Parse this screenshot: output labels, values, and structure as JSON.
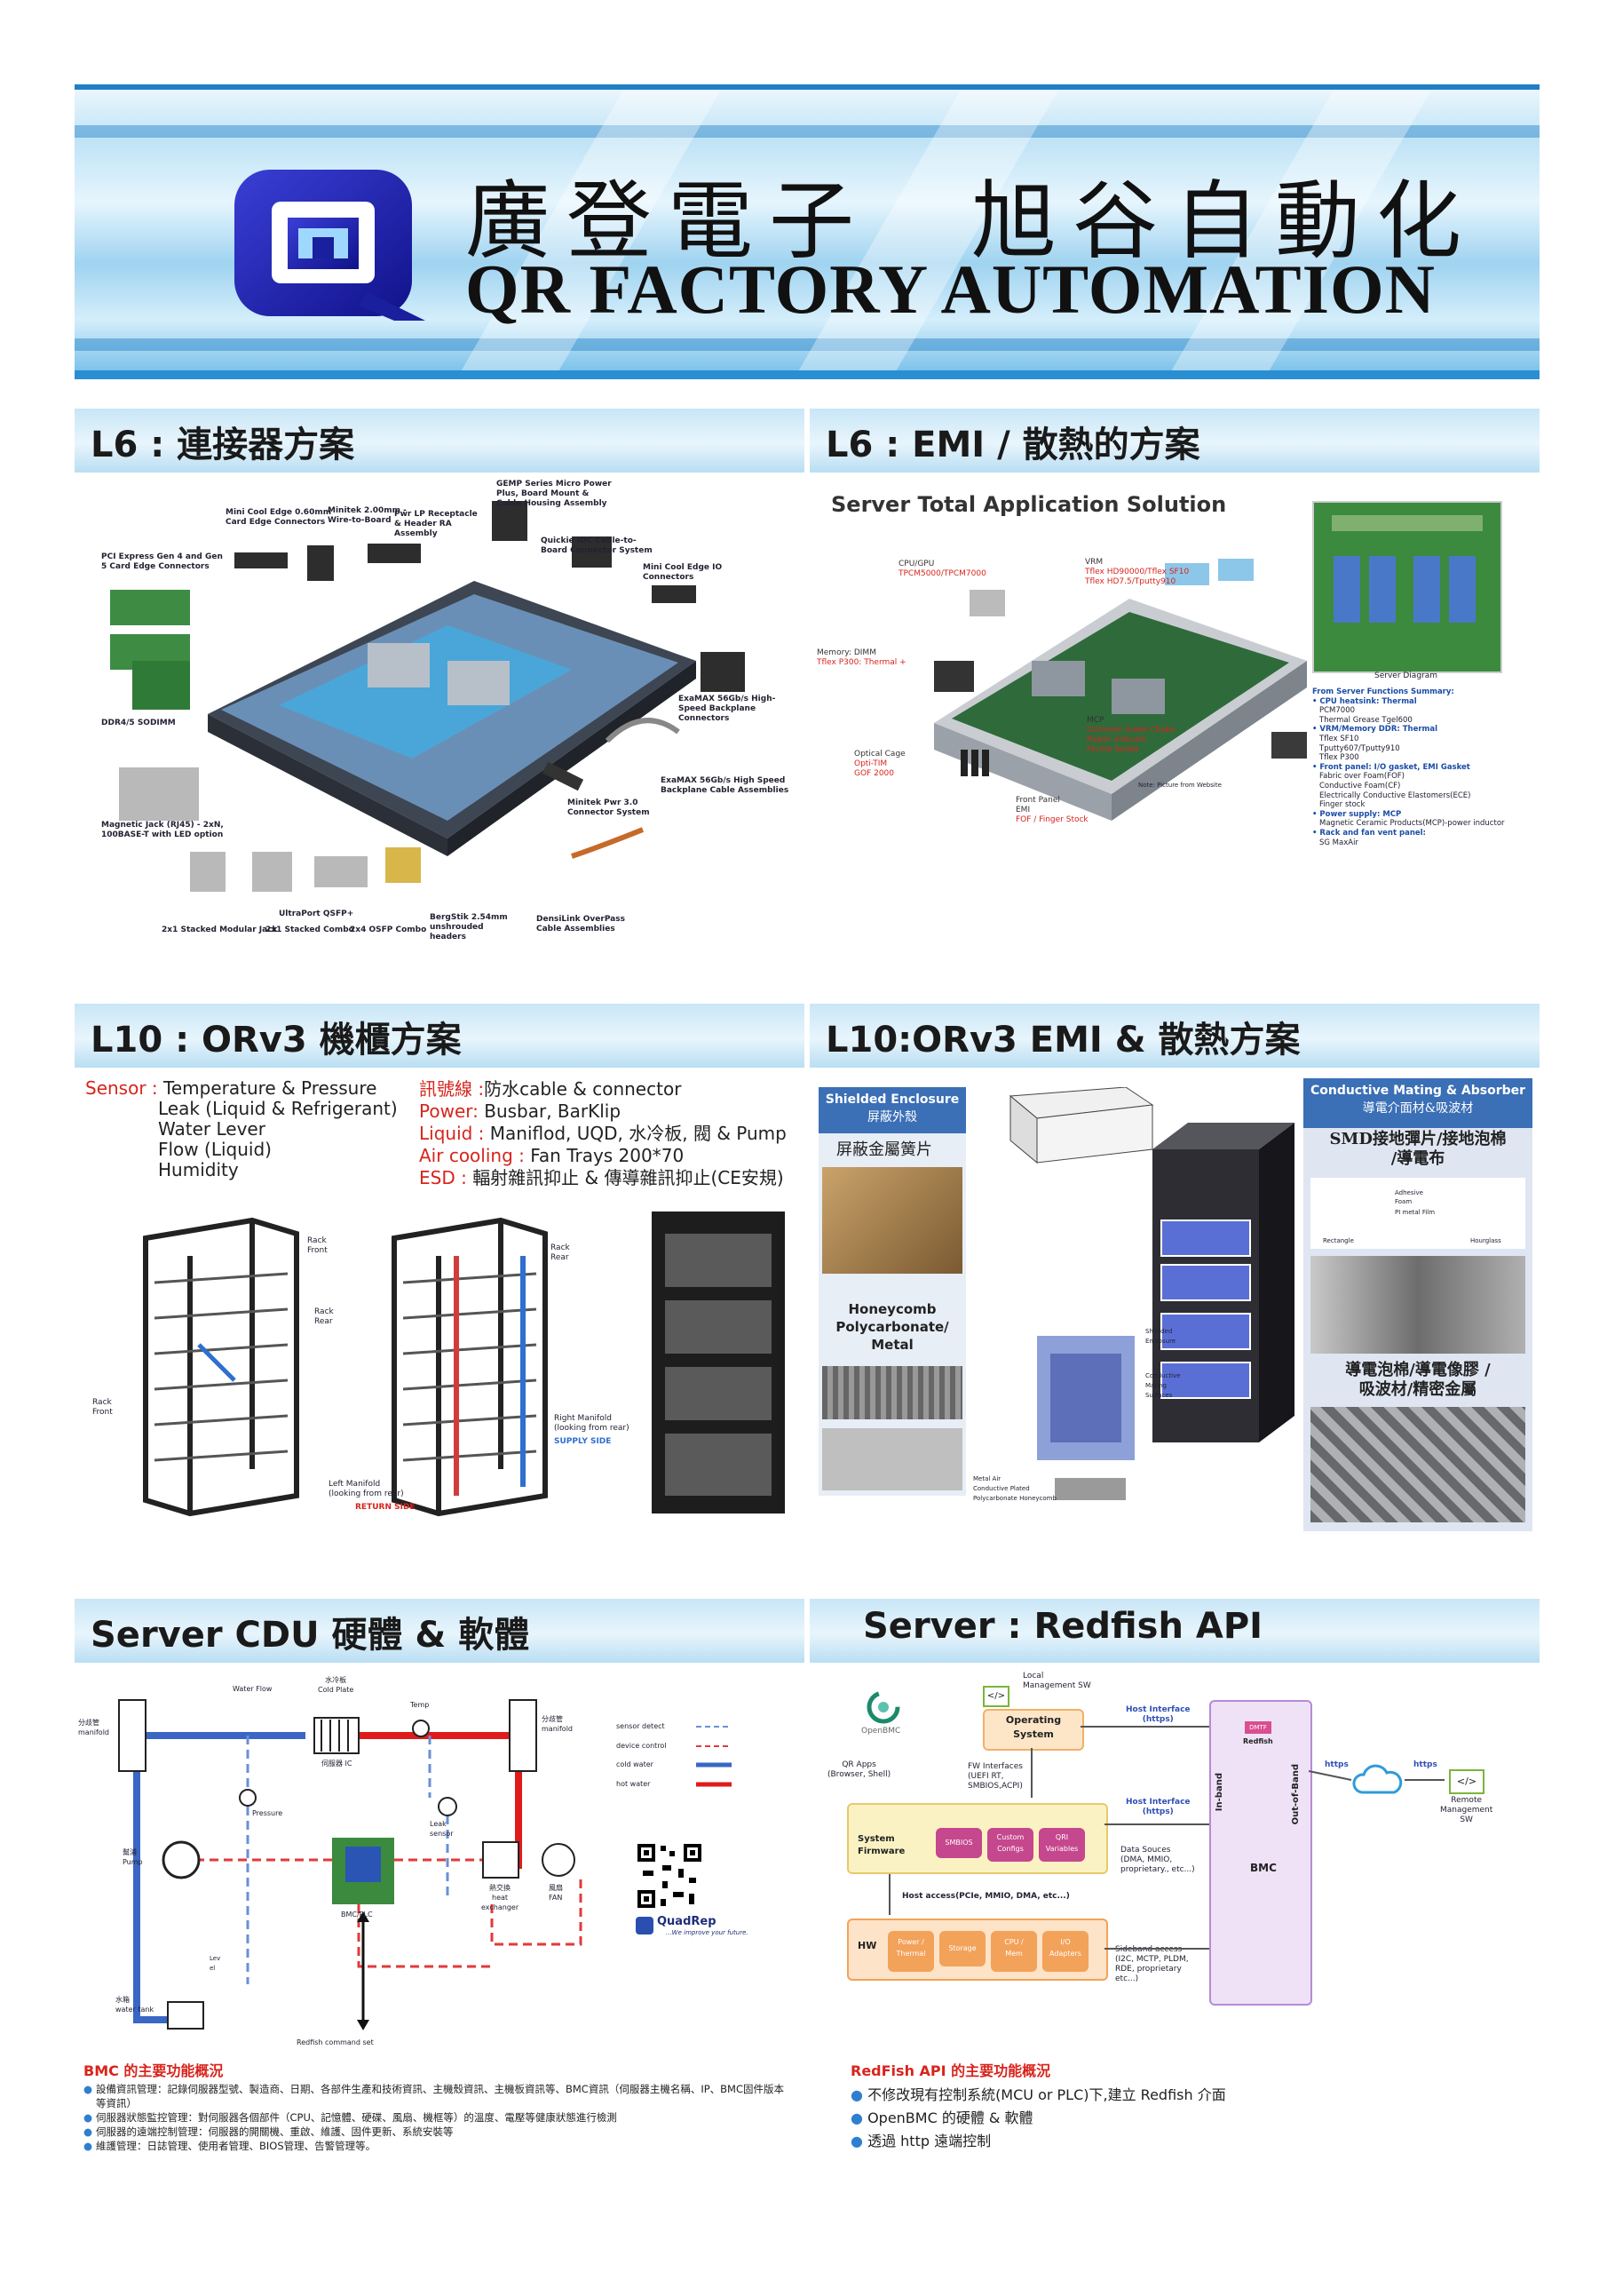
{
  "banner": {
    "title_cn": "廣登電子　旭谷自動化",
    "title_en": "QR FACTORY AUTOMATION"
  },
  "sections": {
    "l6_connectors": {
      "header": "L6 : 連接器方案",
      "labels": [
        "GEMP Series Micro Power Plus, Board Mount & Cable Housing Assembly",
        "Mini Cool Edge 0.60mm Card Edge Connectors",
        "Minitek 2.00mm - Wire-to-Board",
        "Pwr LP Receptacle & Header RA Assembly",
        "Quickie IDC Cable-to-Board Connector System",
        "PCI Express Gen 4 and Gen 5 Card Edge Connectors",
        "Mini Cool Edge IO Connectors",
        "DDR4/5 SODIMM",
        "ExaMAX 56Gb/s High-Speed Backplane Connectors",
        "ExaMAX 56Gb/s High Speed Backplane Cable Assemblies",
        "Magnetic Jack (RJ45) - 2xN, 100BASE-T with LED option",
        "Minitek Pwr 3.0 Connector System",
        "UltraPort QSFP+",
        "BergStik 2.54mm unshrouded headers",
        "DensiLink OverPass Cable Assemblies",
        "2x1 Stacked Modular Jack",
        "2x1 Stacked Combo",
        "2x4 OSFP Combo"
      ]
    },
    "l6_emi": {
      "header": "L6 : EMI / 散熱的方案",
      "subtitle": "Server Total Application Solution",
      "callouts": {
        "cpu_gpu": {
          "title": "CPU/GPU",
          "items": [
            "TPCM5000/TPCM7000"
          ]
        },
        "memory": {
          "title": "Memory: DIMM",
          "items": [
            "Tflex P300: Thermal +"
          ]
        },
        "vrm": {
          "title": "VRM",
          "items": [
            "Tflex HD90000/Tflex SF10",
            "Tflex HD7.5/Tputty910"
          ]
        },
        "optical": {
          "title": "Optical Cage",
          "items": [
            "Opti-TIM",
            "GOF 2000"
          ]
        },
        "mcp": {
          "title": "MCP",
          "items": [
            "Common mode Choke",
            "Power inductor",
            "Ferrite beads"
          ]
        },
        "front_panel": {
          "title": "Front Panel",
          "items": [
            "EMI",
            "FOF / Finger Stock"
          ]
        },
        "note": "Note: Picture from Website",
        "server_diagram": "Server Diagram"
      },
      "summary_title": "From Server Functions Summary:",
      "summary": [
        "CPU heatsink: Thermal",
        "PCM7000",
        "Thermal Grease Tgel600",
        "VRM/Memory DDR: Thermal",
        "Tflex SF10",
        "Tputty607/Tputty910",
        "Tflex P300",
        "Front panel: I/O gasket, EMI Gasket",
        "Fabric over Foam(FOF)",
        "Conductive Foam(CF)",
        "Electrically Conductive Elastomers(ECE)",
        "Finger stock",
        "Power supply: MCP",
        "Magnetic Ceramic Products(MCP)-power inductor",
        "Rack and fan vent panel:",
        "SG MaxAir"
      ]
    },
    "l10_rack": {
      "header": "L10 : ORv3 機櫃方案",
      "sensor_label": "Sensor :",
      "sensors": [
        "Temperature & Pressure",
        "Leak (Liquid & Refrigerant)",
        "Water Lever",
        "Flow (Liquid)",
        "Humidity"
      ],
      "specs": [
        {
          "label": "訊號線 :",
          "value": "防水cable & connector"
        },
        {
          "label": "Power:",
          "value": "Busbar, BarKlip"
        },
        {
          "label": "Liquid :",
          "value": "Maniflod, UQD, 水冷板, 閥 & Pump"
        },
        {
          "label": "Air cooling :",
          "value": "Fan Trays  200*70"
        },
        {
          "label": "ESD :",
          "value": "輻射雜訊抑止 & 傳導雜訊抑止(CE安規)"
        }
      ],
      "rack_labels": {
        "rack_front_a": "Rack\nFront",
        "rack_rear_a": "Rack\nRear",
        "rack_front_b": "Rack\nFront",
        "rack_rear_b": "Rack\nRear",
        "right_manifold": "Right Manifold\n(looking from rear)",
        "supply_side": "SUPPLY SIDE",
        "left_manifold": "Left Manifold\n(looking from rear)",
        "return_side": "RETURN SIDE"
      }
    },
    "l10_emi": {
      "header": "L10:ORv3 EMI & 散熱方案",
      "left_title_en": "Shielded  Enclosure",
      "left_title_cn": "屏蔽外殼",
      "left_sub": "屏蔽金屬簧片",
      "honeycomb": "Honeycomb\nPolycarbonate/\nMetal",
      "right_title_en": "Conductive Mating & Absorber",
      "right_title_cn": "導電介面材&吸波材",
      "right_sub": "SMD接地彈片/接地泡棉\n/導電布",
      "right_sub2": "導電泡棉/導電像膠 /\n吸波材/精密金屬",
      "diagram_labels": {
        "adhesive": "Adhesive",
        "foam": "Foam",
        "pi_metal": "PI metal Film",
        "rectangle": "Rectangle",
        "hourglass": "Hourglass",
        "shielded": "Shielded\nEnclosure",
        "conductive": "Conductive\nMating\nSurfaces",
        "metal_air": "Metal Air\nConductive Plated\nPolycarbonate Honeycomb"
      }
    },
    "cdu": {
      "header": "Server CDU 硬體 & 軟體",
      "labels": {
        "water_flow": "Water Flow",
        "cold_plate": "水冷板\nCold Plate",
        "temp": "Temp",
        "manifold_left": "分歧管\nmanifold",
        "manifold_right": "分歧管\nmanifold",
        "server_ic": "伺服器 IC",
        "pressure": "Pressure",
        "leak": "Leak\nsensor",
        "pump": "幫浦\nPump",
        "bmc": "BMC/PLC",
        "heat_exchanger": "熱交換\nheat\nexchanger",
        "fan": "風扇\nFAN",
        "level": "Lev\nel",
        "water_tank": "水箱\nwater tank",
        "redfish_cmd": "Redfish command set"
      },
      "legend": [
        {
          "label": "sensor detect",
          "color": "#6a8fd8",
          "style": "dashed"
        },
        {
          "label": "device control",
          "color": "#e23a3a",
          "style": "dashed"
        },
        {
          "label": "cold water",
          "color": "#3a66c4",
          "style": "solid"
        },
        {
          "label": "hot water",
          "color": "#e01b1b",
          "style": "solid"
        }
      ],
      "quadrep": {
        "name": "QuadRep",
        "tagline": "...We improve your future."
      },
      "bmc_title": "BMC 的主要功能概況",
      "bmc_items": [
        "設備資訊管理：記錄伺服器型號、製造商、日期、各部件生產和技術資訊、主機殼資訊、主機板資訊等、BMC資訊（伺服器主機名稱、IP、BMC固件版本等資訊）",
        "伺服器狀態監控管理：對伺服器各個部件（CPU、記憶體、硬碟、風扇、機框等）的溫度、電壓等健康狀態進行檢測",
        "伺服器的遠端控制管理：伺服器的開關機、重啟、維護、固件更新、系統安裝等",
        "維護管理：日誌管理、使用者管理、BIOS管理、告警管理等。"
      ]
    },
    "redfish": {
      "header": "Server : Redfish API",
      "diagram": {
        "openbmc": "OpenBMC",
        "local_mgmt": "Local\nManagement SW",
        "os": "Operating\nSystem",
        "host_if_1": "Host Interface\n(https)",
        "qr_apps": "QR Apps\n(Browser, Shell)",
        "fw_if": "FW Interfaces\n(UEFI RT,\nSMBIOS,ACPI)",
        "sys_fw": "System\nFirmware",
        "smbios": "SMBIOS",
        "custom": "Custom\nConfigs",
        "qr_vars": "QRI\nVariables",
        "host_if_2": "Host Interface\n(https)",
        "data_sources": "Data Souces\n(DMA, MMIO,\nproprietary., etc...)",
        "host_access": "Host access(PCIe, MMIO, DMA, etc...)",
        "hw": "HW",
        "power": "Power /\nThermal",
        "storage": "Storage",
        "cpu_mem": "CPU /\nMem",
        "io": "I/O\nAdapters",
        "sideband": "Sideband access\n(I2C, MCTP, PLDM,\nRDE, proprietary\netc...)",
        "inband": "In-band",
        "oob": "Out-of-Band",
        "bmc": "BMC",
        "redfish": "Redfish",
        "dmtf": "DMTF",
        "https_1": "https",
        "https_2": "https",
        "remote": "Remote\nManagement\nSW"
      },
      "title": "RedFish API 的主要功能概況",
      "items": [
        "不修改現有控制系統(MCU or PLC)下,建立 Redfish 介面",
        "OpenBMC 的硬體 & 軟體",
        "透過 http 遠端控制"
      ]
    }
  },
  "colors": {
    "banner_blue": "#1e7fc6",
    "header_bg": "#c9e6f7",
    "cold_water": "#3a66c4",
    "hot_water": "#e01b1b",
    "redfish_title": "#d8241c",
    "bmc_purple": "#e9d9f3",
    "hw_orange": "#f3a25a"
  }
}
